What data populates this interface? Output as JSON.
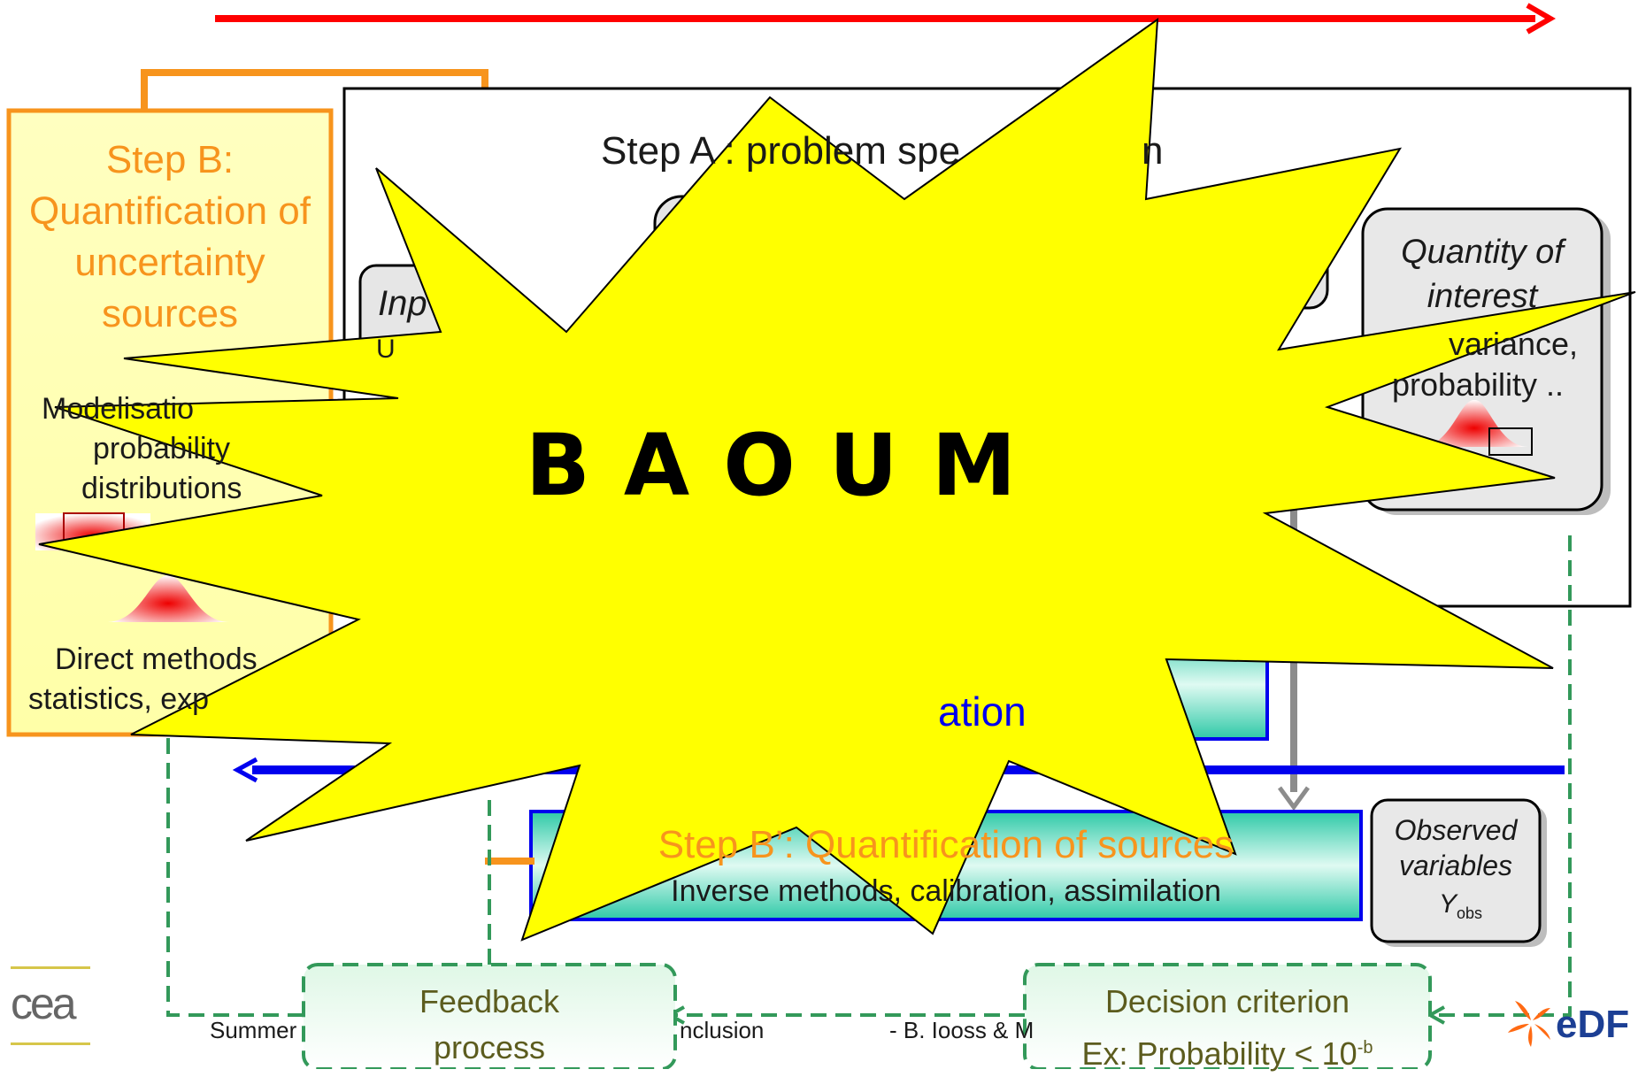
{
  "step_a": {
    "title_visible": "Step A : problem spe",
    "title_tail": "n"
  },
  "step_b": {
    "title": [
      "Step B:",
      "Quantification of",
      "uncertainty",
      "sources"
    ],
    "desc": [
      "Modelisatio",
      "probability",
      "distributions"
    ],
    "direct": [
      "Direct methods",
      "statistics, exp"
    ]
  },
  "input_box": {
    "label": "Inp",
    "sub": "U"
  },
  "quantity_box": {
    "label": [
      "Quantity of",
      "interest"
    ],
    "sub": [
      "variance,",
      "probability .."
    ]
  },
  "step_c": {
    "text_visible": "ation"
  },
  "step_b_prime": {
    "title": "Step B’: Quantification of sources",
    "sub": "Inverse methods, calibration, assimilation"
  },
  "observed": {
    "label": [
      "Observed",
      "variables"
    ],
    "var": "Y",
    "var_sub": "obs"
  },
  "feedback": {
    "label": [
      "Feedback",
      "process"
    ]
  },
  "decision": {
    "line1": "Decision criterion",
    "line2": "Ex: Probability < 10",
    "exp": "-b"
  },
  "footer": {
    "left": "Summer",
    "middle": "nclusion",
    "right": "- B. Iooss & M"
  },
  "explosion": {
    "text": "BAOUM"
  },
  "logos": {
    "left": "cea",
    "right": "eDF"
  },
  "colors": {
    "step_b_fill": "#ffffbb",
    "step_b_border": "#f7941d",
    "explosion": "#ffff00",
    "teal": "#33ccaa",
    "flow_green": "#33995a"
  }
}
